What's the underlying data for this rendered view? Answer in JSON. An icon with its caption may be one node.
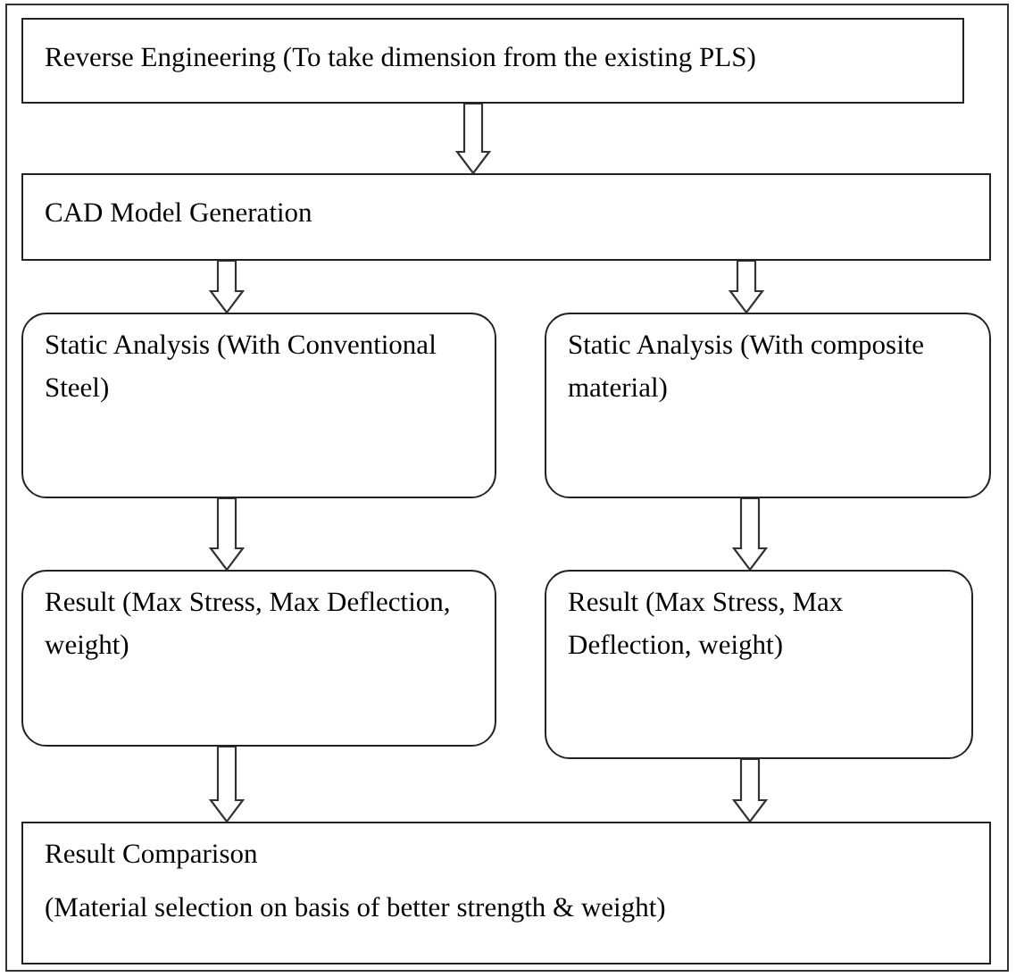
{
  "diagram": {
    "nodes": [
      {
        "text": [
          "Reverse Engineering (To take dimension from the existing PLS)"
        ]
      },
      {
        "text": [
          "CAD Model Generation"
        ]
      },
      {
        "text": [
          "Static Analysis (With Conventional Steel)"
        ]
      },
      {
        "text": [
          "Static Analysis (With composite material)"
        ]
      },
      {
        "text": [
          "Result (Max Stress, Max Deflection, weight)"
        ]
      },
      {
        "text": [
          "Result (Max Stress, Max Deflection, weight)"
        ]
      },
      {
        "text": [
          "Result Comparison",
          "(Material selection on basis of better strength & weight)"
        ]
      }
    ],
    "edges": [
      {
        "from": 0,
        "to": 1,
        "arrow": "to"
      },
      {
        "from": 1,
        "to": 2,
        "arrow": "to"
      },
      {
        "from": 1,
        "to": 3,
        "arrow": "to"
      },
      {
        "from": 2,
        "to": 4,
        "arrow": "to"
      },
      {
        "from": 3,
        "to": 5,
        "arrow": "to"
      },
      {
        "from": 4,
        "to": 6,
        "arrow": "to"
      },
      {
        "from": 5,
        "to": 6,
        "arrow": "to"
      }
    ]
  }
}
